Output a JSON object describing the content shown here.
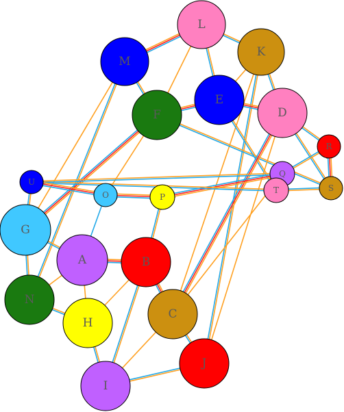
{
  "colors": {
    "orange": "#ffa020",
    "blue": "#20a8e8",
    "red": "#ff2020",
    "node_stroke": "#000000"
  },
  "nodes": [
    {
      "id": "L",
      "label": "L",
      "color": "#ff80c0"
    },
    {
      "id": "M",
      "label": "M",
      "color": "#0000ff"
    },
    {
      "id": "K",
      "label": "K",
      "color": "#cc9010"
    },
    {
      "id": "F",
      "label": "F",
      "color": "#1a7a10"
    },
    {
      "id": "E",
      "label": "E",
      "color": "#0000ff"
    },
    {
      "id": "D",
      "label": "D",
      "color": "#ff80c0"
    },
    {
      "id": "R",
      "label": "R",
      "color": "#ff0000"
    },
    {
      "id": "U",
      "label": "U",
      "color": "#0000ff"
    },
    {
      "id": "Q",
      "label": "Q",
      "color": "#c060ff"
    },
    {
      "id": "S",
      "label": "S",
      "color": "#cc9010"
    },
    {
      "id": "T",
      "label": "T",
      "color": "#ff80c0"
    },
    {
      "id": "O",
      "label": "O",
      "color": "#40c8ff"
    },
    {
      "id": "P",
      "label": "P",
      "color": "#ffff00"
    },
    {
      "id": "G",
      "label": "G",
      "color": "#40c8ff"
    },
    {
      "id": "A",
      "label": "A",
      "color": "#c060ff"
    },
    {
      "id": "B",
      "label": "B",
      "color": "#ff0000"
    },
    {
      "id": "N",
      "label": "N",
      "color": "#1a7a10"
    },
    {
      "id": "H",
      "label": "H",
      "color": "#ffff00"
    },
    {
      "id": "C",
      "label": "C",
      "color": "#cc9010"
    },
    {
      "id": "J",
      "label": "J",
      "color": "#ff0000"
    },
    {
      "id": "I",
      "label": "I",
      "color": "#c060ff"
    }
  ],
  "edges": [
    {
      "from": "M",
      "to": "L",
      "style": "orb"
    },
    {
      "from": "L",
      "to": "K",
      "style": "ob"
    },
    {
      "from": "L",
      "to": "E",
      "style": "ob"
    },
    {
      "from": "L",
      "to": "F",
      "style": "o"
    },
    {
      "from": "M",
      "to": "F",
      "style": "ob"
    },
    {
      "from": "M",
      "to": "G",
      "style": "o"
    },
    {
      "from": "M",
      "to": "N",
      "style": "ob"
    },
    {
      "from": "K",
      "to": "E",
      "style": "o"
    },
    {
      "from": "K",
      "to": "D",
      "style": "ob"
    },
    {
      "from": "K",
      "to": "J",
      "style": "ob"
    },
    {
      "from": "K",
      "to": "C",
      "style": "o"
    },
    {
      "from": "F",
      "to": "E",
      "style": "orb"
    },
    {
      "from": "F",
      "to": "G",
      "style": "orb"
    },
    {
      "from": "F",
      "to": "O",
      "style": "o"
    },
    {
      "from": "F",
      "to": "S",
      "style": "ob"
    },
    {
      "from": "E",
      "to": "D",
      "style": "orb"
    },
    {
      "from": "E",
      "to": "T",
      "style": "ob"
    },
    {
      "from": "D",
      "to": "R",
      "style": "ob"
    },
    {
      "from": "D",
      "to": "C",
      "style": "orb"
    },
    {
      "from": "D",
      "to": "J",
      "style": "o"
    },
    {
      "from": "D",
      "to": "S",
      "style": "ob"
    },
    {
      "from": "R",
      "to": "S",
      "style": "orb"
    },
    {
      "from": "R",
      "to": "Q",
      "style": "ob"
    },
    {
      "from": "Q",
      "to": "P",
      "style": "orb"
    },
    {
      "from": "Q",
      "to": "C",
      "style": "o"
    },
    {
      "from": "S",
      "to": "T",
      "style": "ob"
    },
    {
      "from": "U",
      "to": "T",
      "style": "ob"
    },
    {
      "from": "U",
      "to": "Q",
      "style": "ob"
    },
    {
      "from": "U",
      "to": "G",
      "style": "ob"
    },
    {
      "from": "U",
      "to": "O",
      "style": "orb"
    },
    {
      "from": "O",
      "to": "P",
      "style": "orb"
    },
    {
      "from": "O",
      "to": "A",
      "style": "b"
    },
    {
      "from": "P",
      "to": "B",
      "style": "ob"
    },
    {
      "from": "G",
      "to": "A",
      "style": "ob"
    },
    {
      "from": "G",
      "to": "N",
      "style": "ob"
    },
    {
      "from": "A",
      "to": "B",
      "style": "orb"
    },
    {
      "from": "A",
      "to": "H",
      "style": "o"
    },
    {
      "from": "A",
      "to": "N",
      "style": "o"
    },
    {
      "from": "N",
      "to": "H",
      "style": "ob"
    },
    {
      "from": "B",
      "to": "C",
      "style": "orb"
    },
    {
      "from": "B",
      "to": "H",
      "style": "o"
    },
    {
      "from": "B",
      "to": "I",
      "style": "ob"
    },
    {
      "from": "H",
      "to": "I",
      "style": "ob"
    },
    {
      "from": "C",
      "to": "J",
      "style": "ob"
    },
    {
      "from": "C",
      "to": "I",
      "style": "o"
    },
    {
      "from": "J",
      "to": "I",
      "style": "ob"
    }
  ]
}
